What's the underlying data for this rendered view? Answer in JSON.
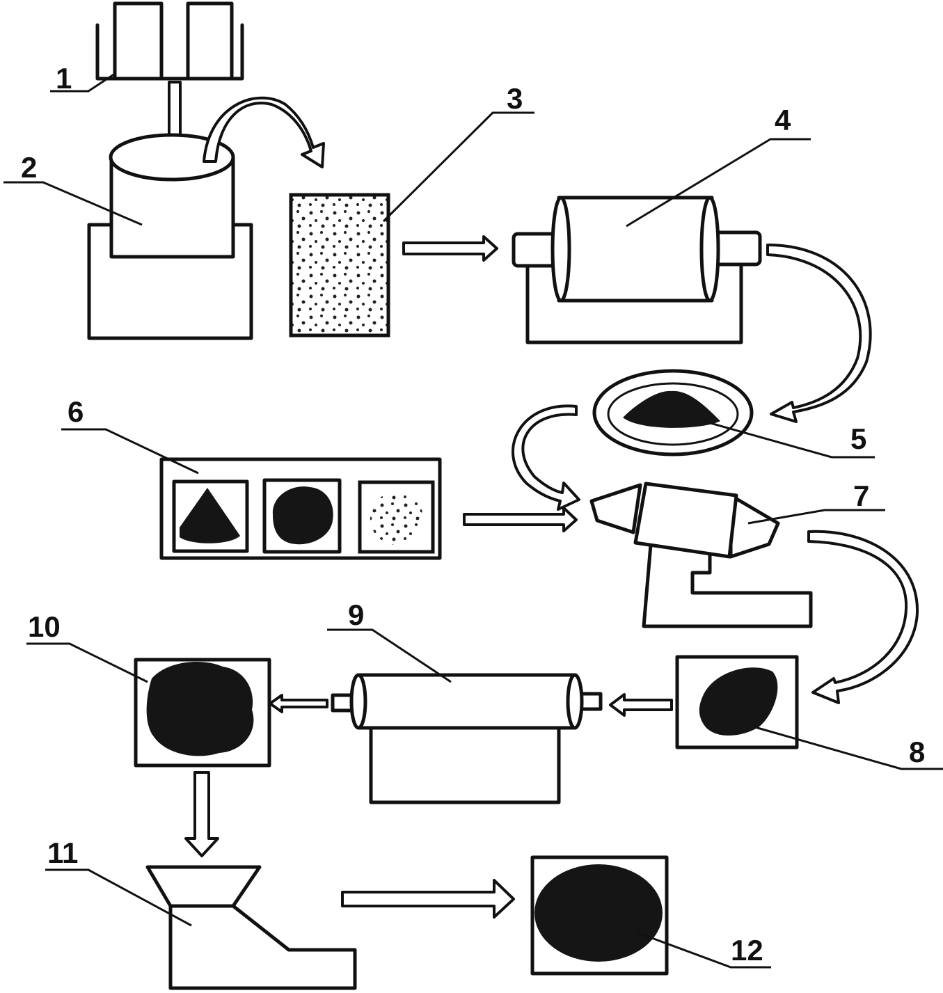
{
  "labels": {
    "l1": "1",
    "l2": "2",
    "l3": "3",
    "l4": "4",
    "l5": "5",
    "l6": "6",
    "l7": "7",
    "l8": "8",
    "l9": "9",
    "l10": "10",
    "l11": "11",
    "l12": "12"
  },
  "colors": {
    "stroke": "#111111",
    "fill": "#151515",
    "background": "#ffffff"
  }
}
